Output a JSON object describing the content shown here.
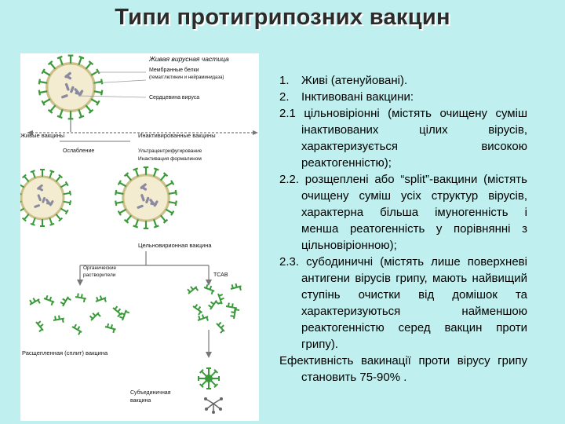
{
  "title": "Типи протигрипозних вакцин",
  "figure": {
    "labels": {
      "live_particle": "Живая вирусная частица",
      "membrane_proteins_1": "Мембранные белки",
      "membrane_proteins_2": "(гемагглютинин и нейраминидаза)",
      "core": "Сердцевина вируса",
      "live_vaccines": "Живые вакцины",
      "inactivated_vaccines": "Инактивированные вакцины",
      "attenuation": "Ослабление",
      "ultracentrifugation": "Ультрацентрифугирование",
      "formalin": "Инактивация формалином",
      "whole_virion": "Цельновирионная вакцина",
      "organic_solvents_1": "Органические",
      "organic_solvents_2": "растворители",
      "tsab": "ТСАВ",
      "split_vaccine": "Расщепленная (сплит) вакцина",
      "subunit_1": "Субъединичная",
      "subunit_2": "вакцина"
    },
    "colors": {
      "spike": "#3a9a3a",
      "particle_fill": "#f4ecd0",
      "membrane": "#cbbf8a",
      "core_segment": "#8a8aa0",
      "arrow": "#777777"
    }
  },
  "text": {
    "item1_num": "1.",
    "item1_body": "Живі  (атенуйовані).",
    "item2_num": "2.",
    "item2_body": "Інктивовані вакцини:",
    "item21": "2.1  цільновіріонні  (містять  очищену суміш інактивованих цілих вірусів, характеризується високою реактогенністю);",
    "item22": "2.2. розщеплені або “split”-вакцини (містять очищену суміш усіх структур вірусів, характерна більша імуногенність і менша реатогенність у порівнянні з цільновіріонною);",
    "item23": "2.3. субодиничні (містять лише поверхневі антигени вірусів грипу, мають найвищий ступінь очистки від домішок та характеризуються найменшою реактогенністю серед вакцин проти грипу).",
    "efficiency": "Ефективність вакинації проти вірусу грипу становить 75-90% ."
  }
}
